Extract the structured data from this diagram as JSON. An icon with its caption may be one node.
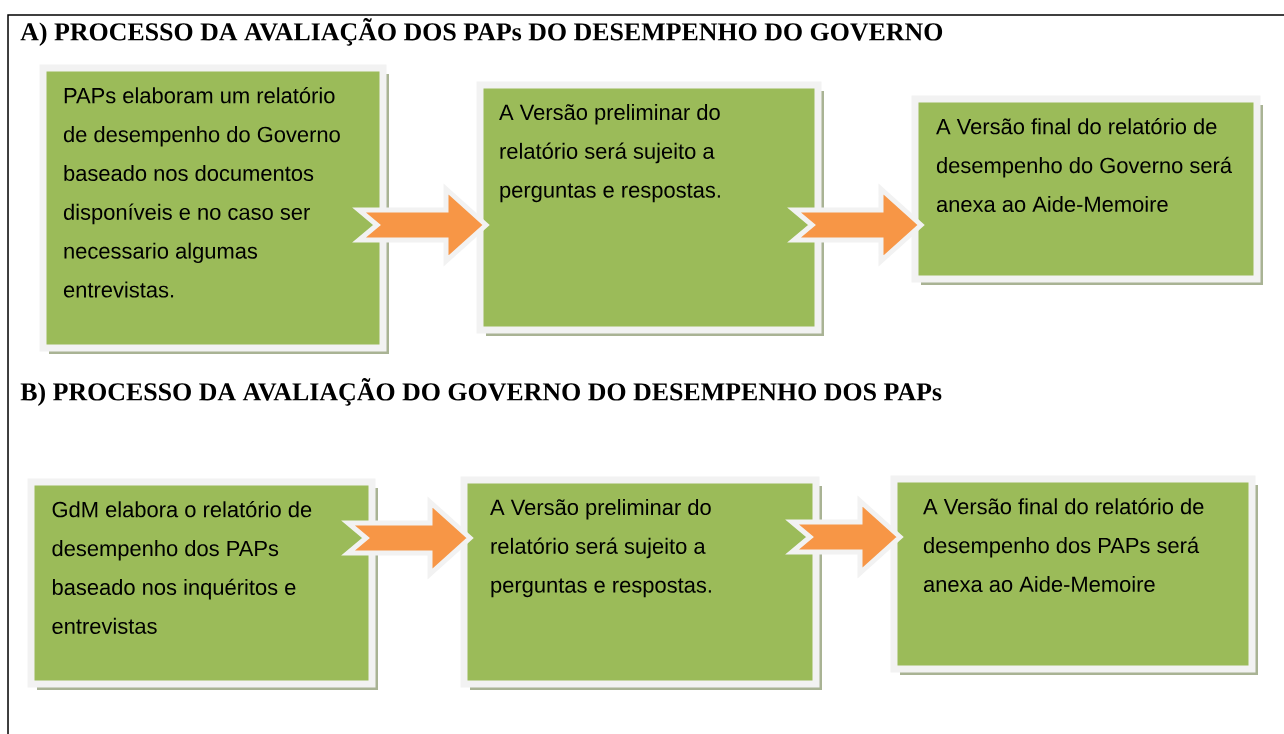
{
  "diagram": {
    "nodes": [
      {
        "text": [
          "PAPs elaboram um relatório de desempenho do Governo baseado nos documentos disponíveis e no caso ser necessario algumas entrevistas."
        ]
      },
      {
        "text": [
          "A Versão preliminar do relatório será sujeito a perguntas e respostas."
        ]
      },
      {
        "text": [
          "A Versão final do relatório de desempenho do Governo será anexa ao Aide-Memoire"
        ]
      },
      {
        "text": [
          "GdM elabora o relatório de desempenho dos PAPs baseado nos inquéritos e entrevistas"
        ]
      },
      {
        "text": [
          "A Versão preliminar do relatório será sujeito a perguntas e respostas."
        ]
      },
      {
        "text": [
          "A Versão final do relatório de desempenho dos PAPs será anexa ao Aide-Memoire"
        ]
      }
    ],
    "edges": [
      {
        "from": 0,
        "to": 1,
        "arrow": "to"
      },
      {
        "from": 1,
        "to": 2,
        "arrow": "to"
      },
      {
        "from": 3,
        "to": 4,
        "arrow": "to"
      },
      {
        "from": 4,
        "to": 5,
        "arrow": "to"
      }
    ],
    "labels": [
      "A) PROCESSO DA AVALIAÇÃO DOS PAPs DO DESEMPENHO DO GOVERNO",
      "B) PROCESSO DA AVALIAÇÃO DO GOVERNO DO DESEMPENHO DOS PAPs"
    ]
  }
}
